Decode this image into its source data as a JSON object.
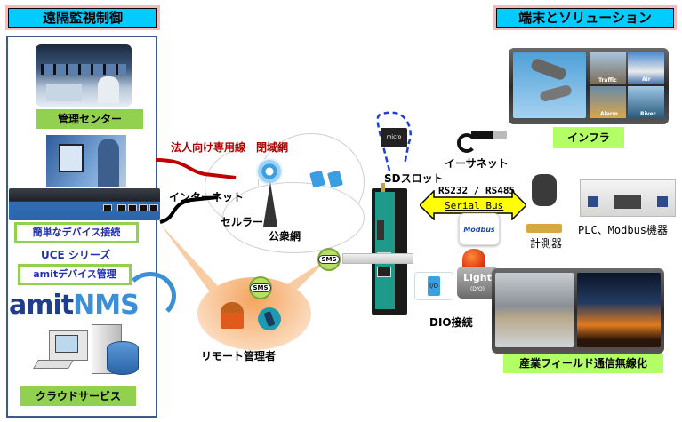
{
  "left": {
    "title": "遠隔監視制御",
    "monitor_center_label": "管理センター",
    "device_connect_label": "簡単なデバイス接続",
    "series_label": "UCE シリーズ",
    "amit_device_mgmt_label": "amitデバイス管理",
    "nms_logo_text_amit": "amit",
    "nms_logo_text_nms": "NMS",
    "cloud_service_label": "クラウドサービス"
  },
  "center": {
    "dedicated_line_label": "法人向け専用線　閉域網",
    "internet_label": "インターネット",
    "cellular_label": "セルラー",
    "public_network_label": "公衆網",
    "sd_slot_label": "SDスロット",
    "sms_badge_text": "SMS",
    "remote_admin_label": "リモート管理者",
    "dio_label": "DIO接続",
    "io_module_text": "I/O"
  },
  "right": {
    "title": "端末とソリューション",
    "infra_label": "インフラ",
    "infra_tiles": [
      "Traffic",
      "Air",
      "Alarm",
      "River"
    ],
    "ethernet_label": "イーサネット",
    "serial_ports_label": "RS232 / RS485",
    "serial_bus_label": "Serial Bus",
    "modbus_text": "Modbus",
    "meter_label": "計測器",
    "plc_label": "PLC、Modbus機器",
    "light_text": "Light",
    "light_sub_text": "(D/O)",
    "industrial_label": "産業フィールド通信無線化"
  }
}
